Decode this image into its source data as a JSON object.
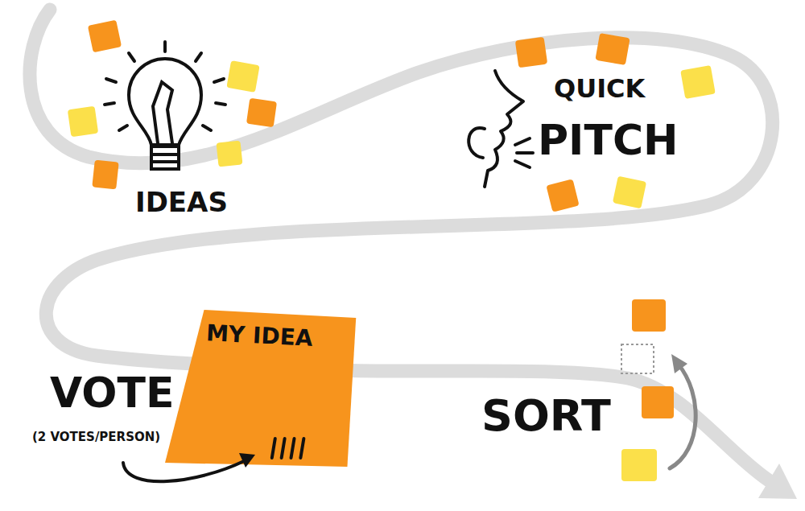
{
  "diagram": {
    "nodes": [
      {
        "text": [
          "MY IDEA"
        ]
      }
    ],
    "labels": [
      "IDEAS",
      "QUICK",
      "PITCH",
      "VOTE",
      "(2 VOTES/PERSON)",
      "SORT"
    ]
  }
}
